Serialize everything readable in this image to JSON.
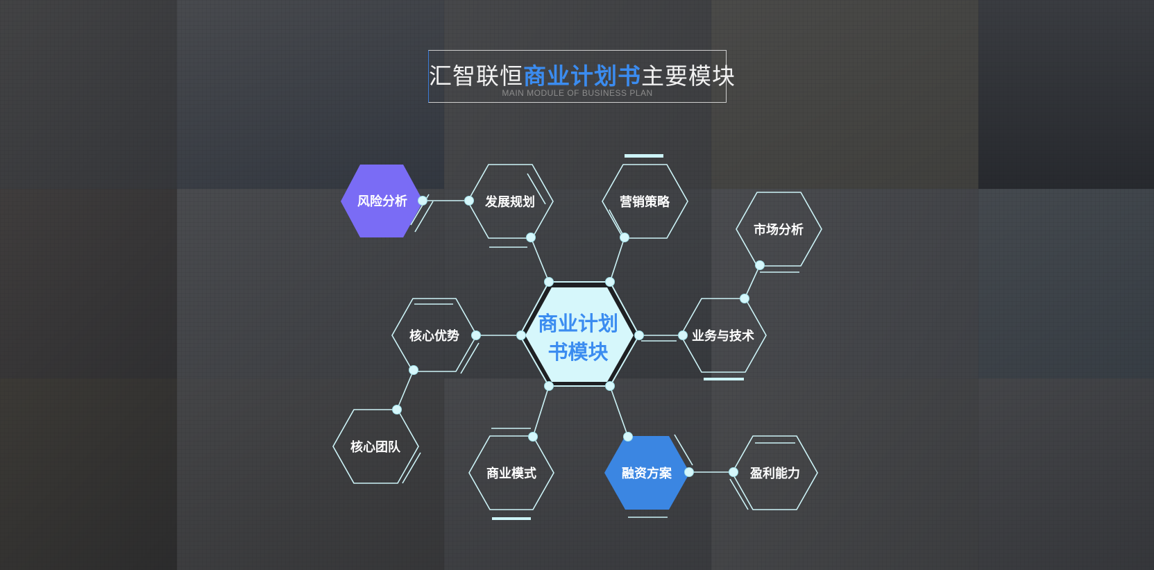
{
  "header": {
    "title_prefix": "汇智联恒",
    "title_highlight": "商业计划书",
    "title_suffix": "主要模块",
    "subtitle": "MAIN MODULE OF BUSINESS PLAN"
  },
  "diagram": {
    "center": {
      "line1": "商业计划",
      "line2": "书模块"
    },
    "modules": {
      "risk": "风险分析",
      "development": "发展规划",
      "marketing": "营销策略",
      "market": "市场分析",
      "core_advantage": "核心优势",
      "business_tech": "业务与技术",
      "core_team": "核心团队",
      "business_model": "商业模式",
      "financing": "融资方案",
      "profitability": "盈利能力"
    }
  },
  "colors": {
    "accent_blue": "#3b8cf0",
    "risk_fill": "#7a6cf5",
    "financing_fill": "#3b86e2",
    "center_fill": "#d6f7fb",
    "line": "#cdf4f8"
  }
}
